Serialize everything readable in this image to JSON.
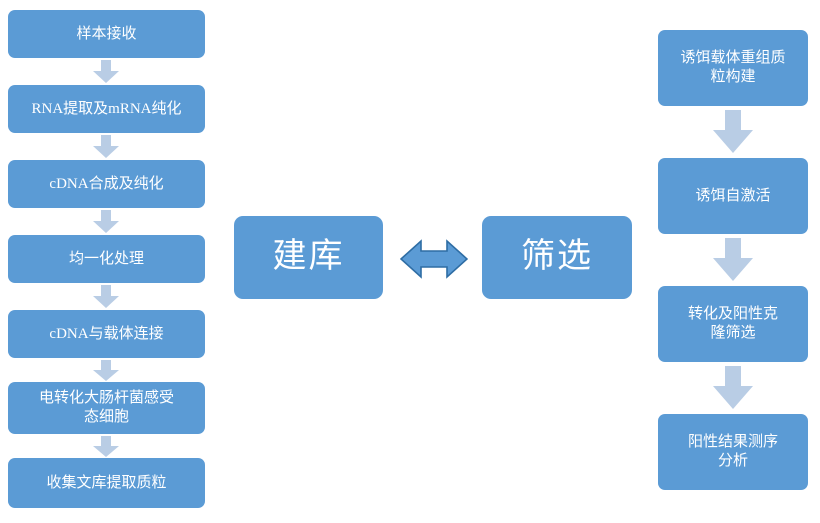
{
  "diagram": {
    "title": "cDNA library construction and yeast two-hybrid screening workflow",
    "colors": {
      "node_fill": "#5b9bd5",
      "node_text": "#ffffff",
      "arrow_fill": "#b9cde5",
      "double_arrow_fill": "#5b9bd5",
      "double_arrow_stroke": "#2e6da4",
      "background": "#ffffff"
    },
    "left_column": {
      "name": "library-construction-steps",
      "nodes": [
        {
          "label": "样本接收"
        },
        {
          "label": "RNA提取及mRNA纯化"
        },
        {
          "label": "cDNA合成及纯化"
        },
        {
          "label": "均一化处理"
        },
        {
          "label": "cDNA与载体连接"
        },
        {
          "label": "电转化大肠杆菌感受\n态细胞"
        },
        {
          "label": "收集文库提取质粒"
        }
      ]
    },
    "center": {
      "name": "stage-hubs",
      "left_hub": {
        "label": "建库"
      },
      "right_hub": {
        "label": "筛选"
      },
      "connector": {
        "icon": "double-headed-arrow-icon"
      }
    },
    "right_column": {
      "name": "screening-steps",
      "nodes": [
        {
          "label": "诱饵载体重组质\n粒构建"
        },
        {
          "label": "诱饵自激活"
        },
        {
          "label": "转化及阳性克\n隆筛选"
        },
        {
          "label": "阳性结果测序\n分析"
        }
      ]
    },
    "arrows": {
      "down_icon": "arrow-down-icon"
    }
  }
}
